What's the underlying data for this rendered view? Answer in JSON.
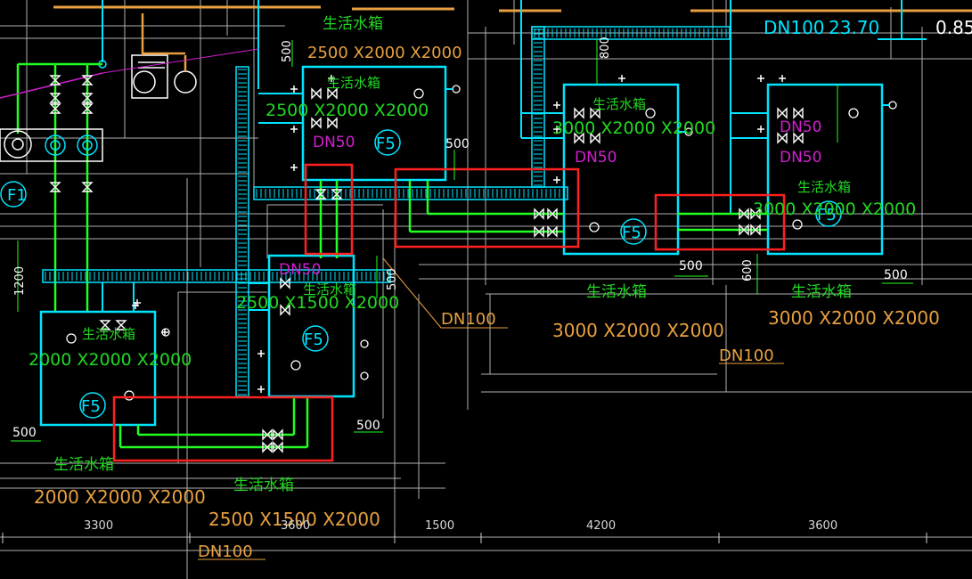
{
  "colors": {
    "background": "#000000",
    "tank": "#00e5ff",
    "pipe": "#22ff22",
    "label_green": "#22d822",
    "label_orange": "#e8a040",
    "label_magenta": "#d020d0",
    "highlight": "#ff2020",
    "grid": "#c8c8c8"
  },
  "top_labels": {
    "tank_name": "生活水箱",
    "tank_size": "2500 X2000 X2000",
    "pipe": "DN100",
    "elev": "23.70",
    "elev_right": "0.85"
  },
  "tanks": [
    {
      "id": "tank-1",
      "name": "生活水箱",
      "size": "2500 X2000 X2000",
      "pipe": "DN50",
      "code": "F5"
    },
    {
      "id": "tank-2",
      "name": "生活水箱",
      "size": "3000 X2000 X2000",
      "pipe": "DN50",
      "code": "F5"
    },
    {
      "id": "tank-3",
      "name": "生活水箱",
      "size": "3000 X2000 X2000",
      "pipe": "DN50",
      "code": "F5"
    },
    {
      "id": "tank-4",
      "name": "生活水箱",
      "size": "2500 X1500 X2000",
      "pipe": "DN50",
      "code": "F5"
    },
    {
      "id": "tank-5",
      "name": "生活水箱",
      "size": "2000 X2000 X2000",
      "code": "F5"
    }
  ],
  "bottom_labels": [
    {
      "name": "生活水箱",
      "size": "2000 X2000 X2000"
    },
    {
      "name": "生活水箱",
      "size": "2500 X1500 X2000"
    },
    {
      "name": "生活水箱",
      "size": "3000 X2000 X2000"
    },
    {
      "name": "生活水箱",
      "size": "3000 X2000 X2000"
    }
  ],
  "pipe_labels": [
    "DN100",
    "DN100",
    "DN100"
  ],
  "dims": [
    "500",
    "500",
    "500",
    "500",
    "500",
    "500",
    "500",
    "600",
    "800",
    "1200"
  ],
  "dn50_extra": "DN50",
  "pump_code": "F1",
  "axis_dims": [
    "3300",
    "3600",
    "1500",
    "4200",
    "3600"
  ]
}
